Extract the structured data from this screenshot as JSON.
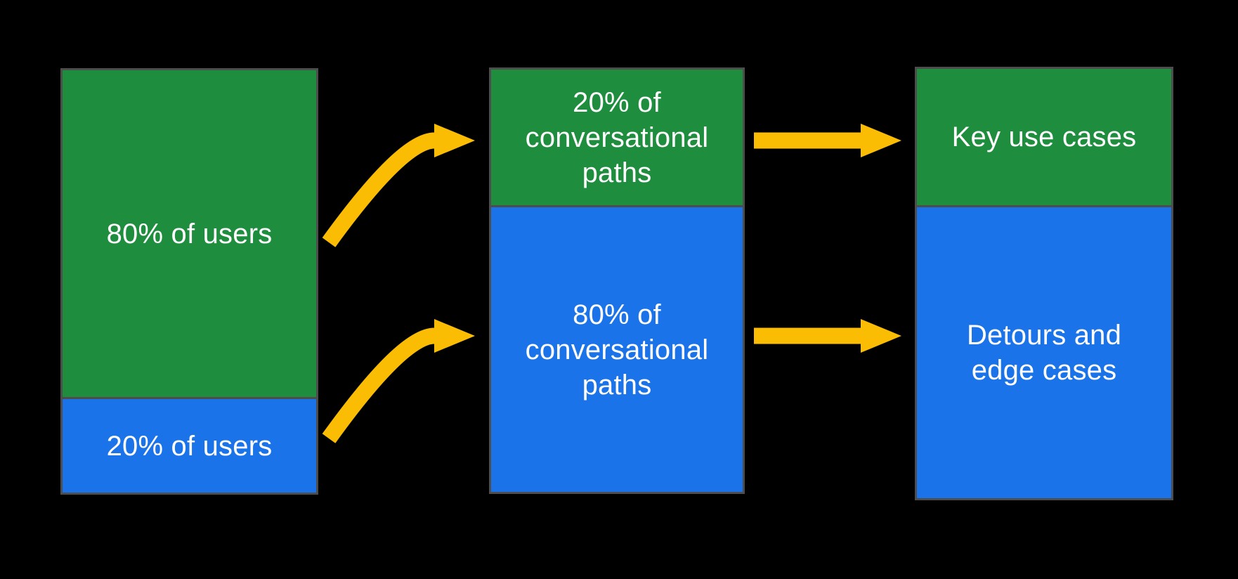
{
  "colors": {
    "background": "#000000",
    "segment_green": "#1E8E3E",
    "segment_blue": "#1A73E8",
    "arrow_yellow": "#FBBC04",
    "bar_border": "#4D4D4D",
    "label_text": "#FFFFFF"
  },
  "diagram": {
    "columns": [
      {
        "id": "users",
        "segments": [
          {
            "color": "green",
            "label": "80% of users",
            "proportion": 0.77
          },
          {
            "color": "blue",
            "label": "20% of users",
            "proportion": 0.23
          }
        ]
      },
      {
        "id": "conversational-paths",
        "segments": [
          {
            "color": "green",
            "label": "20% of\nconversational\npaths",
            "proportion": 0.32
          },
          {
            "color": "blue",
            "label": "80% of\nconversational\npaths",
            "proportion": 0.68
          }
        ]
      },
      {
        "id": "outcomes",
        "segments": [
          {
            "color": "green",
            "label": "Key use cases",
            "proportion": 0.32
          },
          {
            "color": "blue",
            "label": "Detours and\nedge cases",
            "proportion": 0.68
          }
        ]
      }
    ],
    "arrows": [
      {
        "style": "curved",
        "color": "#FBBC04",
        "from": "80% of users",
        "to": "20% of conversational paths"
      },
      {
        "style": "curved",
        "color": "#FBBC04",
        "from": "20% of users",
        "to": "80% of conversational paths"
      },
      {
        "style": "straight",
        "color": "#FBBC04",
        "from": "20% of conversational paths",
        "to": "Key use cases"
      },
      {
        "style": "straight",
        "color": "#FBBC04",
        "from": "80% of conversational paths",
        "to": "Detours and edge cases"
      }
    ]
  }
}
